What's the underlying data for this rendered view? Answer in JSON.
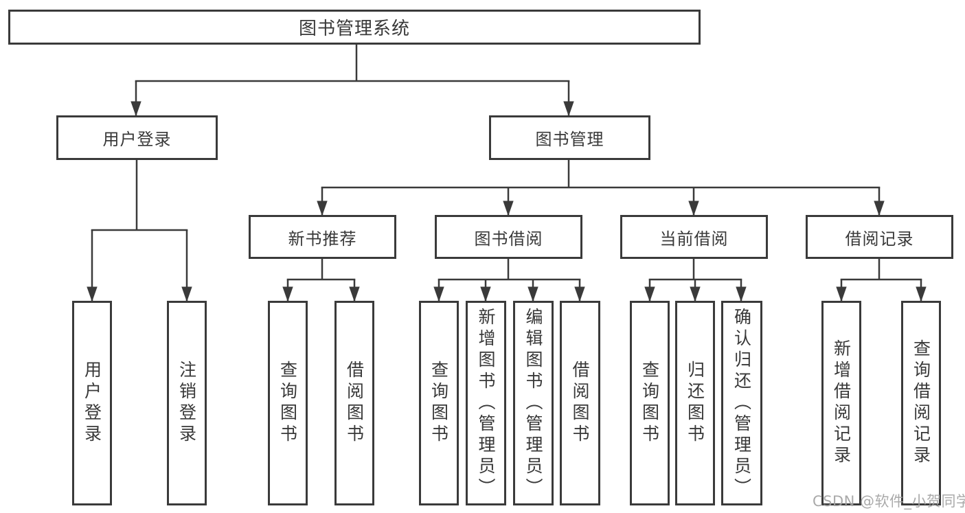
{
  "diagram_title": "图书管理系统",
  "nodes": {
    "root": "图书管理系统",
    "user_login": "用户登录",
    "book_management": "图书管理",
    "new_book_recommend": "新书推荐",
    "book_borrowing": "图书借阅",
    "current_borrowing": "当前借阅",
    "borrowing_records": "借阅记录",
    "leaf_user_login": "用户登录",
    "leaf_logout": "注销登录",
    "leaf_query_books_recommend": "查询图书",
    "leaf_borrow_books_recommend": "借阅图书",
    "leaf_query_books_borrowing": "查询图书",
    "leaf_add_books_admin": "新增图书（管理员）",
    "leaf_edit_books_admin": "编辑图书（管理员）",
    "leaf_borrow_books_borrowing": "借阅图书",
    "leaf_query_books_current": "查询图书",
    "leaf_return_books": "归还图书",
    "leaf_confirm_return_admin": "确认归还（管理员）",
    "leaf_add_borrow_record": "新增借阅记录",
    "leaf_query_borrow_record": "查询借阅记录"
  },
  "watermark": "CSDN @软件_小贺同学",
  "colors": {
    "line": "#3a3a3a",
    "box_border": "#3a3a3a",
    "box_background": "#ffffff",
    "text": "#383838",
    "watermark": "#a3a3a3"
  }
}
